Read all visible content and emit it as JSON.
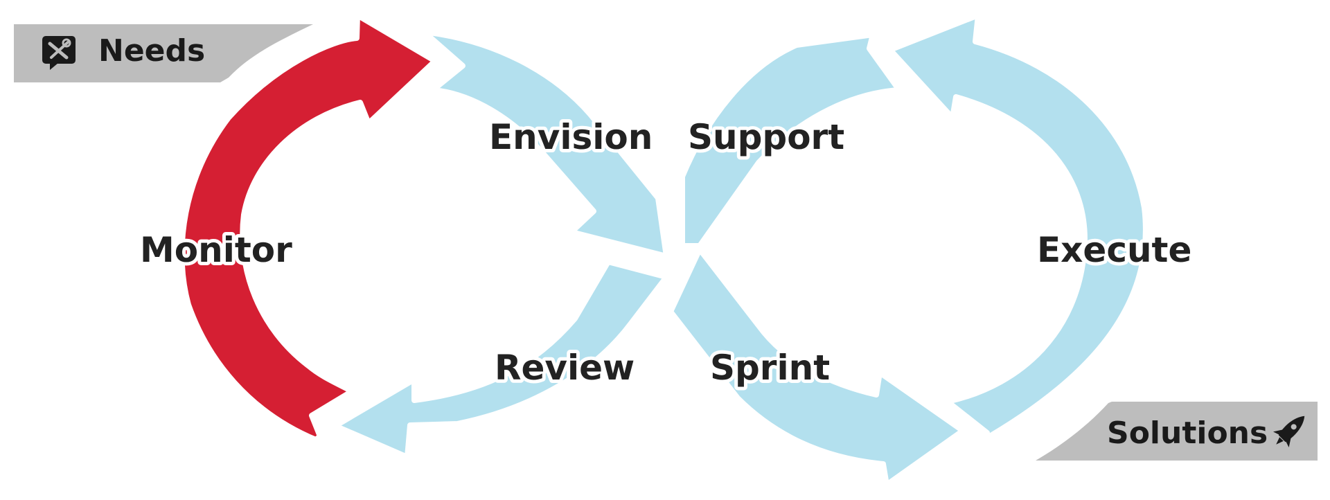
{
  "colors": {
    "loop": "#b3e0ee",
    "active": "#d51f33",
    "tag_bg": "#bdbdbd",
    "text": "#1a1a1a"
  },
  "tags": {
    "needs": {
      "label": "Needs",
      "icon": "chat-tools-icon"
    },
    "solutions": {
      "label": "Solutions",
      "icon": "rocket-icon"
    }
  },
  "stages": {
    "monitor": "Monitor",
    "envision": "Envision",
    "support": "Support",
    "execute": "Execute",
    "sprint": "Sprint",
    "review": "Review"
  },
  "active_stage": "Monitor"
}
